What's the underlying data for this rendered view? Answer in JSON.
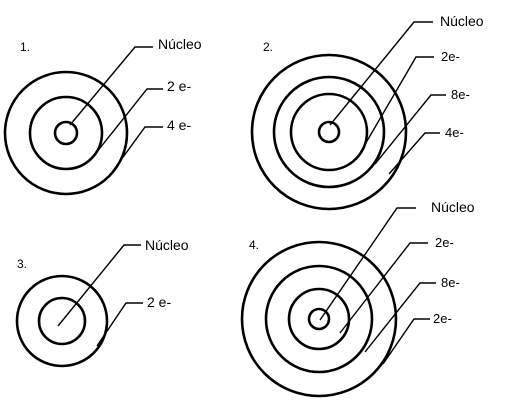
{
  "atoms": [
    {
      "number": "1.",
      "labels": [
        "Núcleo",
        "2 e-",
        "4 e-"
      ]
    },
    {
      "number": "2.",
      "labels": [
        "Núcleo",
        "2e-",
        "8e-",
        "4e-"
      ]
    },
    {
      "number": "3.",
      "labels": [
        "Núcleo",
        "2 e-"
      ]
    },
    {
      "number": "4.",
      "labels": [
        "Núcleo",
        "2e-",
        "8e-",
        "2e-"
      ]
    }
  ],
  "colors": {
    "stroke": "#000000",
    "background": "#ffffff"
  }
}
